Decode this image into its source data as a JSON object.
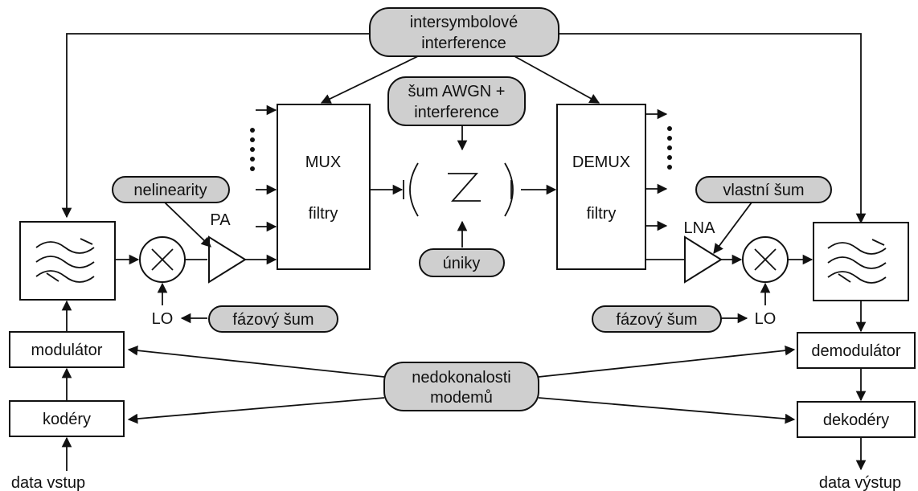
{
  "labels": {
    "isi_line1": "intersymbolové",
    "isi_line2": "interference",
    "awgn_line1": "šum AWGN +",
    "awgn_line2": "interference",
    "nelinearity": "nelinearity",
    "vlastni_sum": "vlastní šum",
    "uniky": "úniky",
    "fazovy_sum_left": "fázový šum",
    "fazovy_sum_right": "fázový šum",
    "nedokonalosti_line1": "nedokonalosti",
    "nedokonalosti_line2": "modemů",
    "mux_line1": "MUX",
    "mux_line2": "filtry",
    "demux_line1": "DEMUX",
    "demux_line2": "filtry",
    "pa": "PA",
    "lna": "LNA",
    "lo_left": "LO",
    "lo_right": "LO",
    "modulator": "modulátor",
    "koder": "kodéry",
    "demodulator": "demodulátor",
    "dekoder": "dekodéry",
    "data_in": "data vstup",
    "data_out": "data výstup"
  }
}
